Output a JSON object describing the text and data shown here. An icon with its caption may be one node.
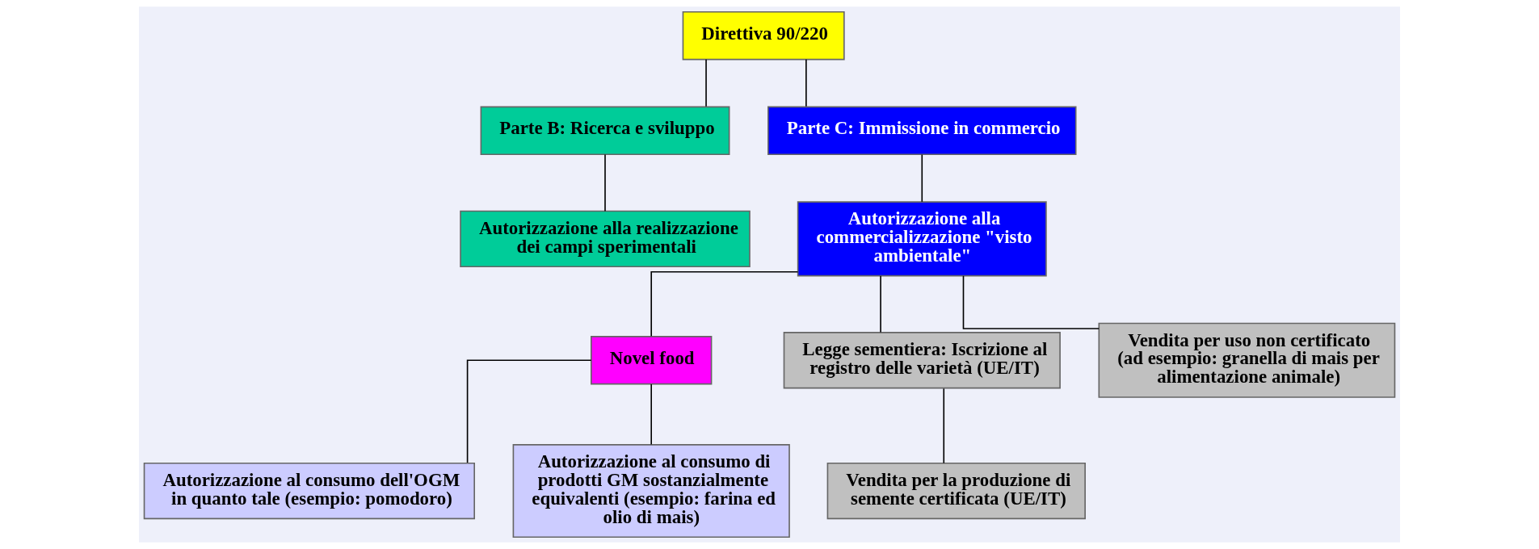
{
  "diagram": {
    "nodes": [
      {
        "text": [
          "Direttiva 90/220"
        ]
      },
      {
        "text": [
          "Parte B: Ricerca e sviluppo"
        ]
      },
      {
        "text": [
          "Parte C: Immissione in commercio"
        ]
      },
      {
        "text": [
          "Autorizzazione alla realizzazione dei campi sperimentali"
        ]
      },
      {
        "text": [
          "Autorizzazione alla commercializzazione \"visto ambientale\""
        ]
      },
      {
        "text": [
          "Novel food"
        ]
      },
      {
        "text": [
          "Legge sementiera: Iscrizione al registro delle varietà (UE/IT)"
        ]
      },
      {
        "text": [
          "Vendita per uso non certificato (ad esempio: granella di mais per alimentazione animale)"
        ]
      },
      {
        "text": [
          "Autorizzazione al consumo dell'OGM in quanto tale (esempio: pomodoro)"
        ]
      },
      {
        "text": [
          "Autorizzazione al consumo di prodotti GM sostanzialmente equivalenti (esempio: farina ed olio di mais)"
        ]
      },
      {
        "text": [
          "Vendita per la produzione di semente certificata (UE/IT)"
        ]
      }
    ],
    "edges": [
      {
        "from": 0,
        "to": 1,
        "arrow": "none"
      },
      {
        "from": 0,
        "to": 2,
        "arrow": "none"
      },
      {
        "from": 1,
        "to": 3,
        "arrow": "none"
      },
      {
        "from": 2,
        "to": 4,
        "arrow": "none"
      },
      {
        "from": 4,
        "to": 5,
        "arrow": "none"
      },
      {
        "from": 4,
        "to": 6,
        "arrow": "none"
      },
      {
        "from": 4,
        "to": 7,
        "arrow": "none"
      },
      {
        "from": 5,
        "to": 8,
        "arrow": "none"
      },
      {
        "from": 5,
        "to": 9,
        "arrow": "none"
      },
      {
        "from": 6,
        "to": 10,
        "arrow": "none"
      }
    ]
  }
}
